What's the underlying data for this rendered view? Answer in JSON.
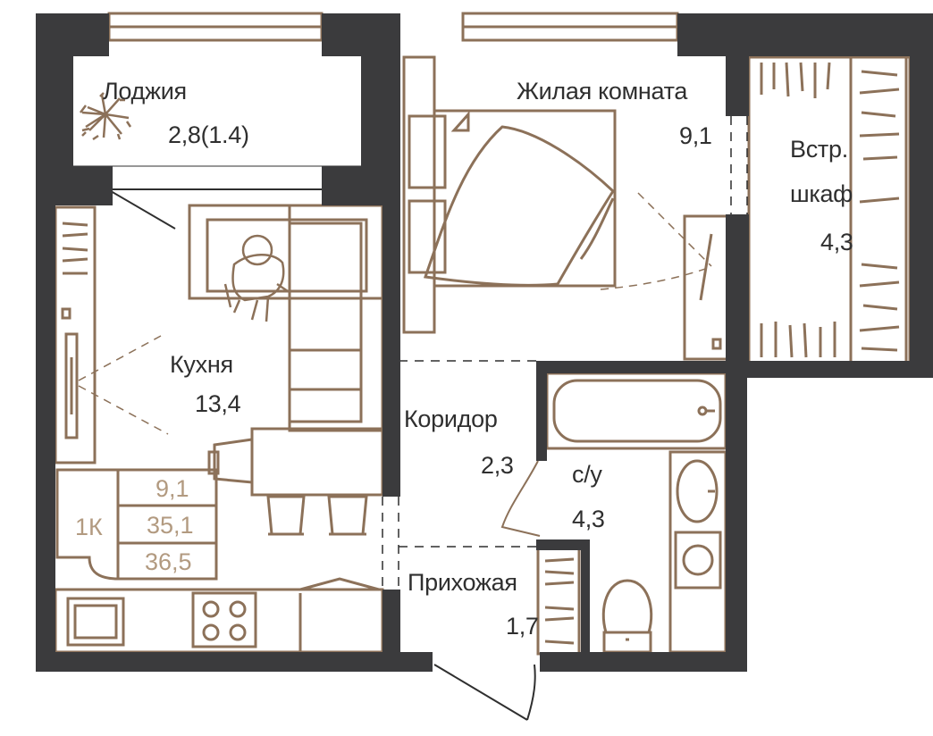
{
  "colors": {
    "wall": "#3b3b3d",
    "furniture": "#8c7159",
    "furniture_light": "#b29a80",
    "text": "#2f2f2f",
    "background": "#ffffff"
  },
  "rooms": {
    "loggia": {
      "name": "Лоджия",
      "area": "2,8(1.4)"
    },
    "living": {
      "name": "Жилая комната",
      "area": "9,1"
    },
    "closet": {
      "name_line1": "Встр.",
      "name_line2": "шкаф",
      "area": "4,3"
    },
    "kitchen": {
      "name": "Кухня",
      "area": "13,4"
    },
    "corridor": {
      "name": "Коридор",
      "area": "2,3"
    },
    "bathroom": {
      "name": "с/у",
      "area": "4,3"
    },
    "hallway": {
      "name": "Прихожая",
      "area": "1,7"
    }
  },
  "summary": {
    "type": "1К",
    "living_area": "9,1",
    "total_area": "35,1",
    "total_with_loggia": "36,5"
  }
}
